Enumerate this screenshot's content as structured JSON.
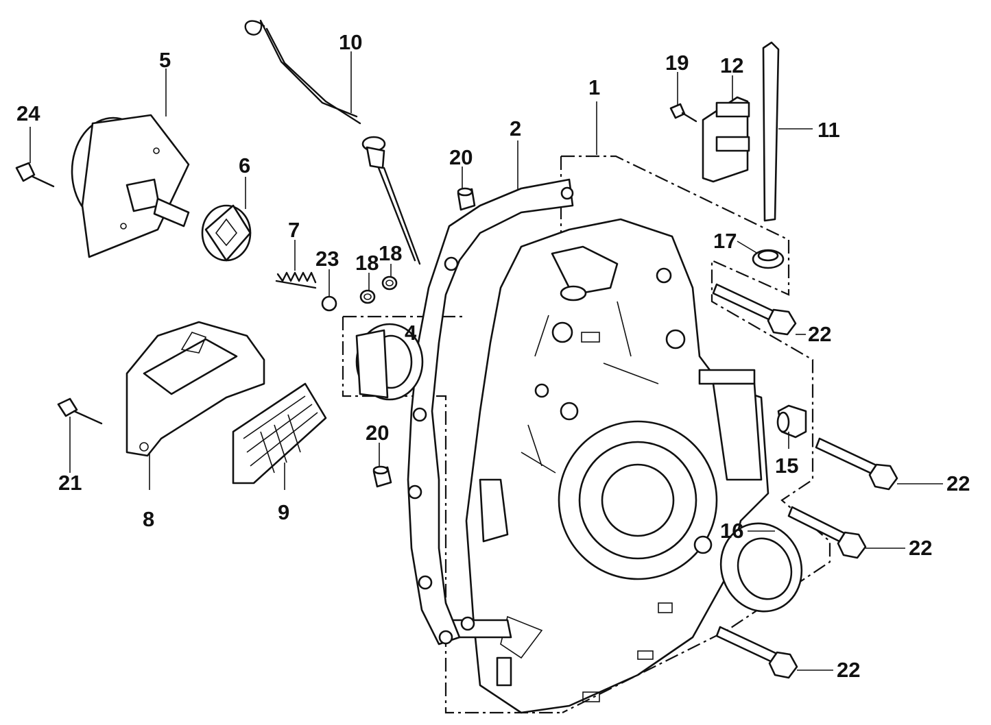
{
  "diagram": {
    "colors": {
      "ink": "#111111",
      "paper": "#ffffff"
    },
    "callouts": [
      {
        "id": "c1",
        "text": "1"
      },
      {
        "id": "c2",
        "text": "2"
      },
      {
        "id": "c4",
        "text": "4"
      },
      {
        "id": "c5",
        "text": "5"
      },
      {
        "id": "c6",
        "text": "6"
      },
      {
        "id": "c7",
        "text": "7"
      },
      {
        "id": "c8",
        "text": "8"
      },
      {
        "id": "c9",
        "text": "9"
      },
      {
        "id": "c10",
        "text": "10"
      },
      {
        "id": "c11",
        "text": "11"
      },
      {
        "id": "c12",
        "text": "12"
      },
      {
        "id": "c15",
        "text": "15"
      },
      {
        "id": "c16",
        "text": "16"
      },
      {
        "id": "c17",
        "text": "17"
      },
      {
        "id": "c18a",
        "text": "18"
      },
      {
        "id": "c18b",
        "text": "18"
      },
      {
        "id": "c19",
        "text": "19"
      },
      {
        "id": "c20a",
        "text": "20"
      },
      {
        "id": "c20b",
        "text": "20"
      },
      {
        "id": "c21",
        "text": "21"
      },
      {
        "id": "c22a",
        "text": "22"
      },
      {
        "id": "c22b",
        "text": "22"
      },
      {
        "id": "c22c",
        "text": "22"
      },
      {
        "id": "c22d",
        "text": "22"
      },
      {
        "id": "c23",
        "text": "23"
      },
      {
        "id": "c24",
        "text": "24"
      }
    ]
  }
}
